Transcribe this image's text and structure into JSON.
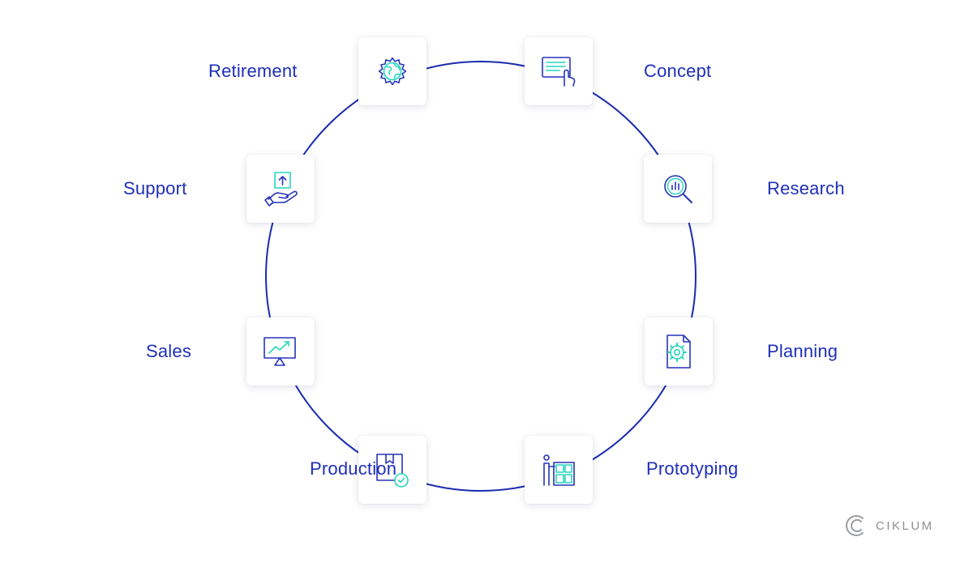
{
  "colors": {
    "ring": "#1a2bb0",
    "label": "#1f2fb8",
    "icon_primary": "#2734b8",
    "icon_accent": "#27d6bf",
    "brand": "#8d8f96"
  },
  "stages": [
    {
      "id": "concept",
      "label": "Concept",
      "icon": "touch-screen-icon"
    },
    {
      "id": "research",
      "label": "Research",
      "icon": "magnifier-chart-icon"
    },
    {
      "id": "planning",
      "label": "Planning",
      "icon": "document-gear-icon"
    },
    {
      "id": "prototyping",
      "label": "Prototyping",
      "icon": "presenter-board-icon"
    },
    {
      "id": "production",
      "label": "Production",
      "icon": "package-check-icon"
    },
    {
      "id": "sales",
      "label": "Sales",
      "icon": "monitor-trend-icon"
    },
    {
      "id": "support",
      "label": "Support",
      "icon": "hand-upload-icon"
    },
    {
      "id": "retirement",
      "label": "Retirement",
      "icon": "gear-globe-icon"
    }
  ],
  "brand": {
    "name": "CIKLUM",
    "logo": "ciklum-logo-icon"
  }
}
